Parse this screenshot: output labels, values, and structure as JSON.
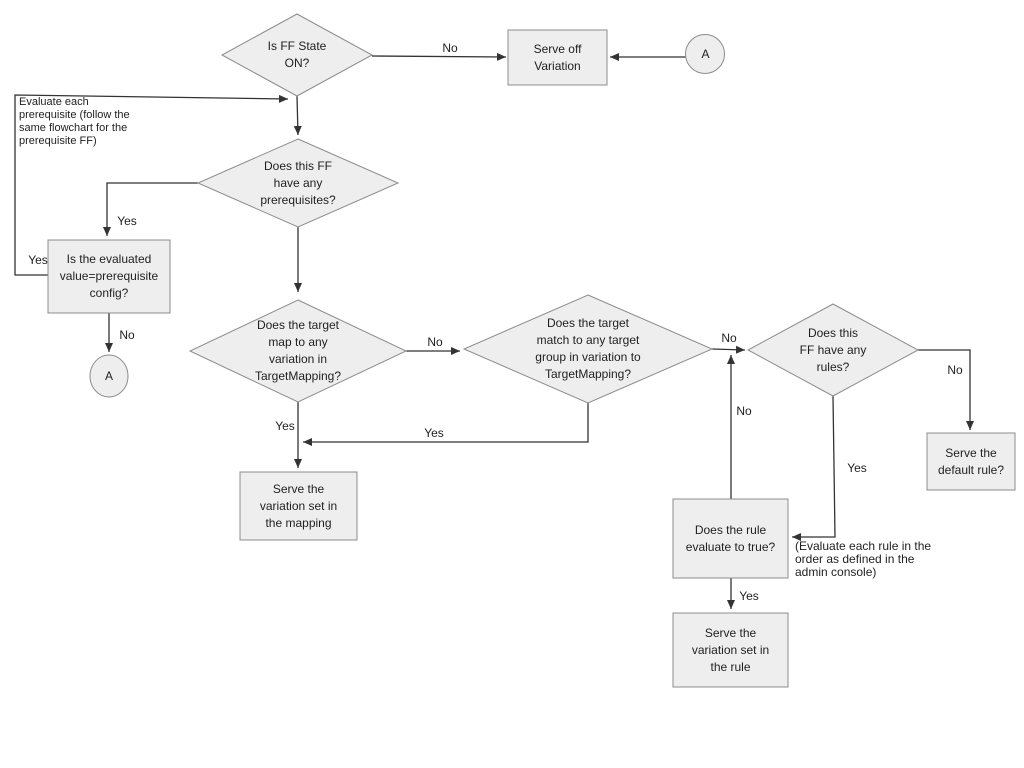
{
  "title": "Feature flag evaluation flowchart",
  "colors": {
    "background": "#ffffff",
    "shape_fill": "#eeeeee",
    "shape_stroke": "#8c8c8c",
    "connector": "#333333",
    "text": "#1f1f1f"
  },
  "nodes": {
    "is_ff_state_on": {
      "type": "decision",
      "label": "Is FF State\nON?"
    },
    "serve_off_variation": {
      "type": "process",
      "label": "Serve off\nVariation"
    },
    "connector_a_top": {
      "type": "connector",
      "label": "A"
    },
    "has_prerequisites": {
      "type": "decision",
      "label": "Does this FF\nhave any\nprerequisites?"
    },
    "evaluated_value_config": {
      "type": "process",
      "label": "Is the evaluated\nvalue=prerequisite\nconfig?"
    },
    "connector_a_bottom": {
      "type": "connector",
      "label": "A"
    },
    "target_maps_variation": {
      "type": "decision",
      "label": "Does the target\nmap to any\nvariation in\nTargetMapping?"
    },
    "target_matches_group": {
      "type": "decision",
      "label": "Does the target\nmatch to any target\ngroup in variation to\nTargetMapping?"
    },
    "has_rules": {
      "type": "decision",
      "label": "Does this\nFF have any\nrules?"
    },
    "serve_default_rule": {
      "type": "process",
      "label": "Serve the\ndefault rule?"
    },
    "rule_evaluates_true": {
      "type": "process",
      "label": "Does the rule\nevaluate to true?"
    },
    "serve_rule_variation": {
      "type": "process",
      "label": "Serve the\nvariation set in\nthe rule"
    },
    "serve_mapping_variation": {
      "type": "process",
      "label": "Serve the\nvariation set in\nthe mapping"
    }
  },
  "edge_labels": {
    "ffstate_no": "No",
    "prereq_yes": "Yes",
    "prereq_loop_yes": "Yes",
    "prereq_eval_no": "No",
    "map_no": "No",
    "map_yes": "Yes",
    "group_yes": "Yes",
    "group_no": "No",
    "rules_no": "No",
    "rules_yes": "Yes",
    "rule_eval_no": "No",
    "rule_eval_yes": "Yes"
  },
  "annotations": {
    "prerequisite_note": "Evaluate each\nprerequisite (follow the\nsame flowchart for the\nprerequisite FF)",
    "rule_order_note": "(Evaluate each rule in the\norder as defined in the\nadmin console)"
  }
}
